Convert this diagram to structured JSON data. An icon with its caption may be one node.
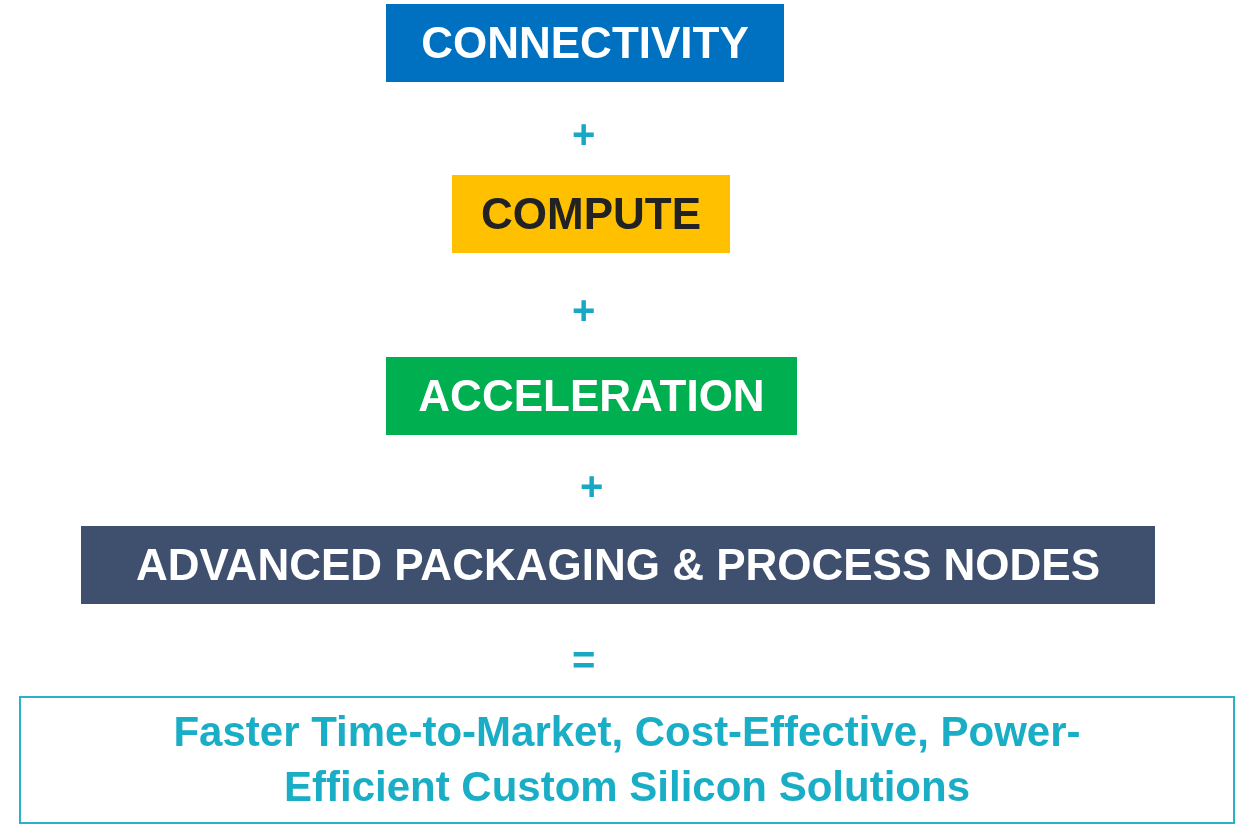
{
  "diagram": {
    "nodes": [
      {
        "text": [
          "CONNECTIVITY"
        ]
      },
      {
        "text": [
          "COMPUTE"
        ]
      },
      {
        "text": [
          "ACCELERATION"
        ]
      },
      {
        "text": [
          "ADVANCED PACKAGING & PROCESS NODES"
        ]
      },
      {
        "text": [
          "Faster Time-to-Market, Cost-Effective, Power-Efficient Custom Silicon Solutions"
        ]
      }
    ],
    "edges": [],
    "labels": [
      "+",
      "+",
      "+",
      "="
    ]
  }
}
